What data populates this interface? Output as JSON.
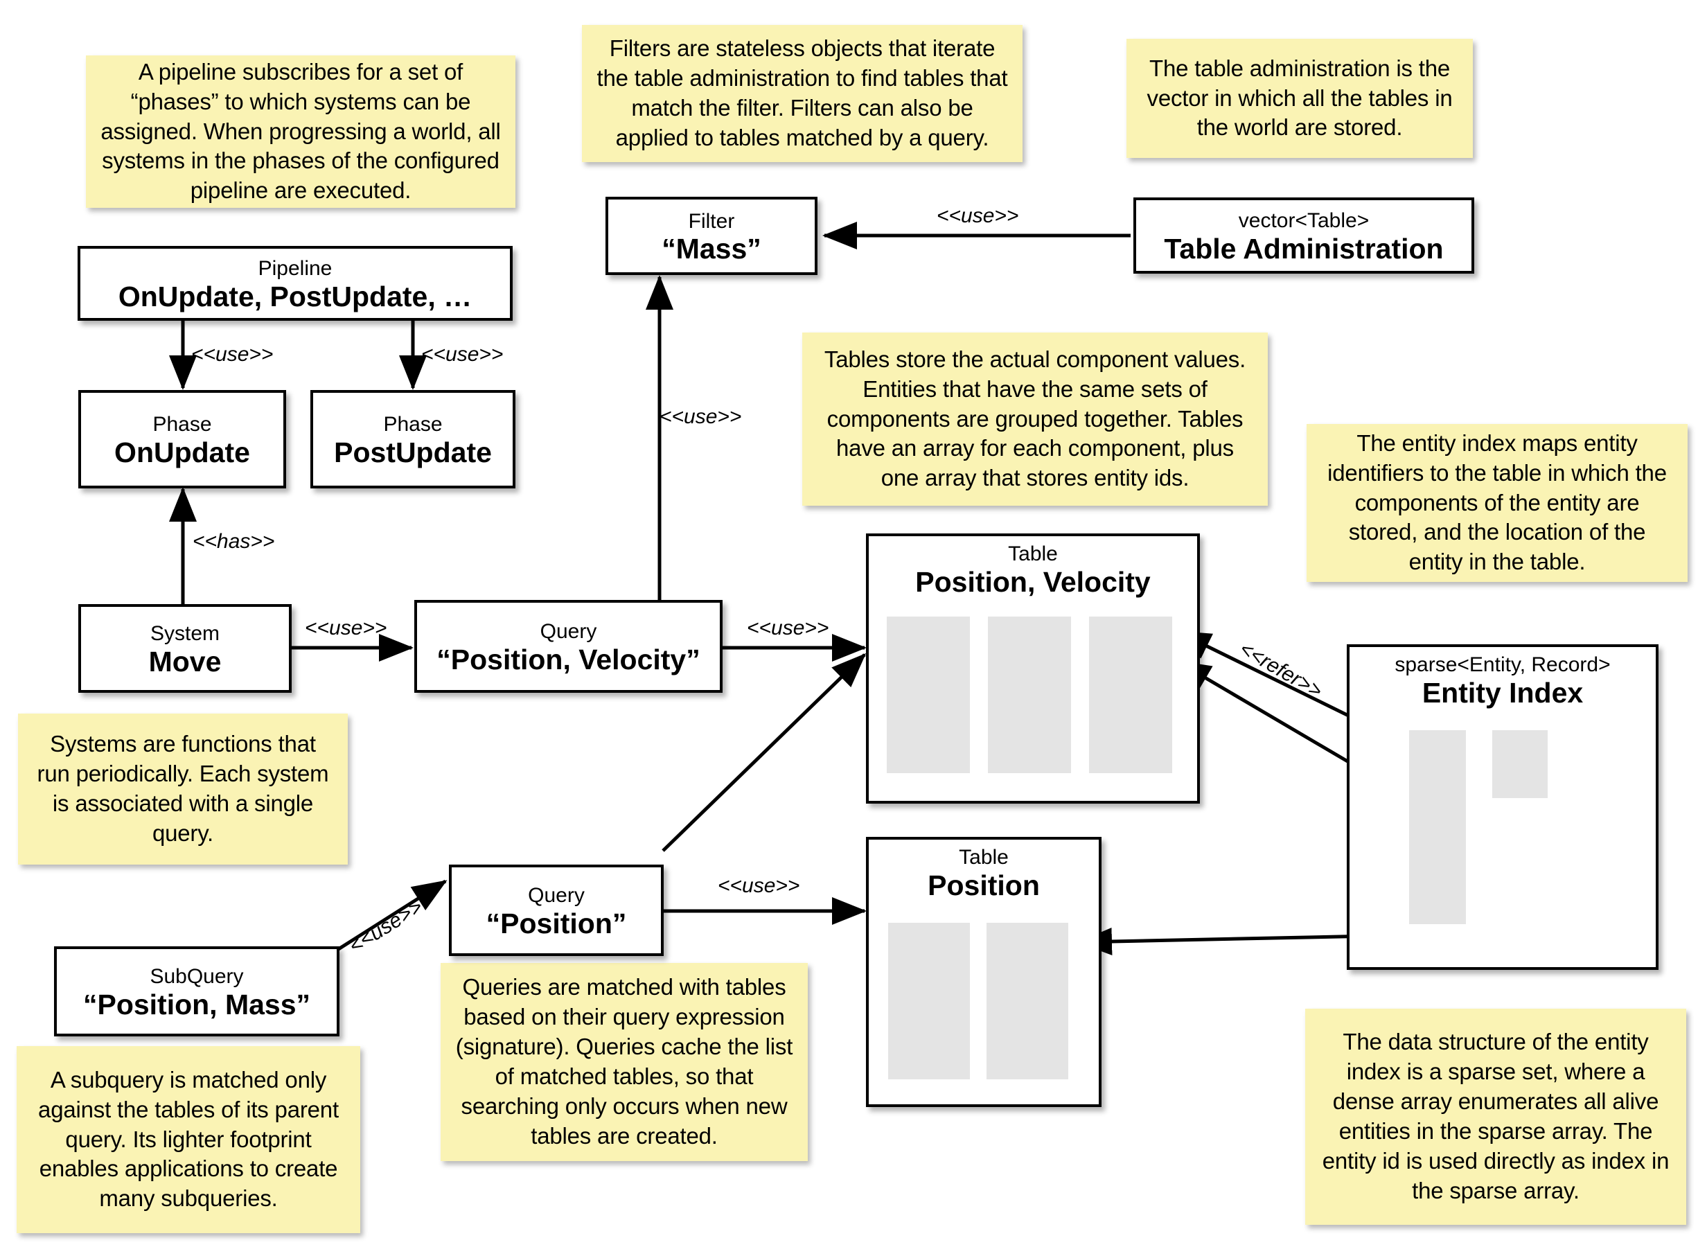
{
  "diagram": {
    "title": "ECS storage architecture diagram",
    "colors": {
      "note_background": "#faf3b4",
      "box_background": "#ffffff",
      "box_border": "#000000",
      "column_fill": "#e4e4e4",
      "canvas_background": "#ffffff"
    }
  },
  "notes": [
    {
      "id": "pipeline-note",
      "text": "A pipeline subscribes for a set of “phases” to which systems can be assigned. When progressing a world, all systems in the phases of the configured pipeline are executed."
    },
    {
      "id": "filter-note",
      "text": "Filters are stateless objects that iterate the table administration to find tables that match the filter. Filters can also be applied to tables matched by a query."
    },
    {
      "id": "table-admin-note",
      "text": "The table administration is the vector in which all the tables in the world are stored."
    },
    {
      "id": "tables-note",
      "text": "Tables store the actual component values. Entities that have the same sets of components are grouped together. Tables have an array for each component, plus one array that stores entity ids."
    },
    {
      "id": "entity-index-note",
      "text": "The entity index maps entity identifiers to the table in which the components of the entity are stored, and the location of the entity in the table."
    },
    {
      "id": "systems-note",
      "text": "Systems are functions that run periodically. Each system is associated with a single query."
    },
    {
      "id": "queries-note",
      "text": "Queries are matched with tables based on their query expression (signature). Queries cache the list of matched tables, so that searching only occurs when new tables are created."
    },
    {
      "id": "subquery-note",
      "text": "A subquery is matched only against the tables of its parent query. Its lighter footprint enables applications to create many subqueries."
    },
    {
      "id": "sparse-set-note",
      "text": "The data structure of the entity index is a sparse set, where a dense array enumerates all alive entities in the sparse array. The entity id is used directly as index in the sparse array."
    }
  ],
  "boxes": [
    {
      "id": "pipeline",
      "stereotype": "Pipeline",
      "name": "OnUpdate, PostUpdate, …"
    },
    {
      "id": "phase-onupdate",
      "stereotype": "Phase",
      "name": "OnUpdate"
    },
    {
      "id": "phase-postupdate",
      "stereotype": "Phase",
      "name": "PostUpdate"
    },
    {
      "id": "system-move",
      "stereotype": "System",
      "name": "Move"
    },
    {
      "id": "query-position-velocity",
      "stereotype": "Query",
      "name": "“Position, Velocity”"
    },
    {
      "id": "query-position",
      "stereotype": "Query",
      "name": "“Position”"
    },
    {
      "id": "subquery-position-mass",
      "stereotype": "SubQuery",
      "name": "“Position, Mass”"
    },
    {
      "id": "filter-mass",
      "stereotype": "Filter",
      "name": "“Mass”"
    },
    {
      "id": "table-administration",
      "stereotype": "vector<Table>",
      "name": "Table Administration"
    },
    {
      "id": "table-position-velocity",
      "stereotype": "Table",
      "name": "Position, Velocity"
    },
    {
      "id": "table-position",
      "stereotype": "Table",
      "name": "Position"
    },
    {
      "id": "entity-index",
      "stereotype": "sparse<Entity, Record>",
      "name": "Entity Index"
    }
  ],
  "edge_labels": [
    {
      "id": "pipeline-to-onupdate",
      "text": "<<use>>"
    },
    {
      "id": "pipeline-to-postupdate",
      "text": "<<use>>"
    },
    {
      "id": "system-to-phase",
      "text": "<<has>>"
    },
    {
      "id": "system-to-query",
      "text": "<<use>>"
    },
    {
      "id": "query-to-filter",
      "text": "<<use>>"
    },
    {
      "id": "tableadmin-to-filter",
      "text": "<<use>>"
    },
    {
      "id": "query-to-table-pv",
      "text": "<<use>>"
    },
    {
      "id": "subquery-to-query",
      "text": "<<use>>"
    },
    {
      "id": "query-position-to-table",
      "text": "<<use>>"
    },
    {
      "id": "entityindex-to-table",
      "text": "<<refer>>"
    }
  ]
}
